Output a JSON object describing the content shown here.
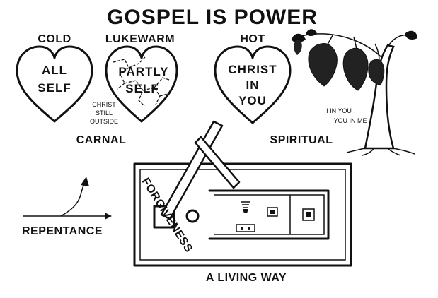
{
  "title": "GOSPEL IS POWER",
  "hearts": {
    "cold": {
      "label": "COLD",
      "lines": [
        "ALL",
        "SELF"
      ]
    },
    "lukewarm": {
      "label": "LUKEWARM",
      "lines": [
        "PARTLY",
        "SELF"
      ]
    },
    "hot": {
      "label": "HOT",
      "lines": [
        "CHRIST",
        "IN",
        "YOU"
      ]
    }
  },
  "christ_still_outside": [
    "CHRIST",
    "STILL",
    "OUTSIDE"
  ],
  "carnal": "CARNAL",
  "spiritual": "SPIRITUAL",
  "vine_text": [
    "I IN YOU",
    "YOU IN ME"
  ],
  "forgiveness": "FORGIVENESS",
  "repentance": "REPENTANCE",
  "living_way": "A LIVING WAY"
}
